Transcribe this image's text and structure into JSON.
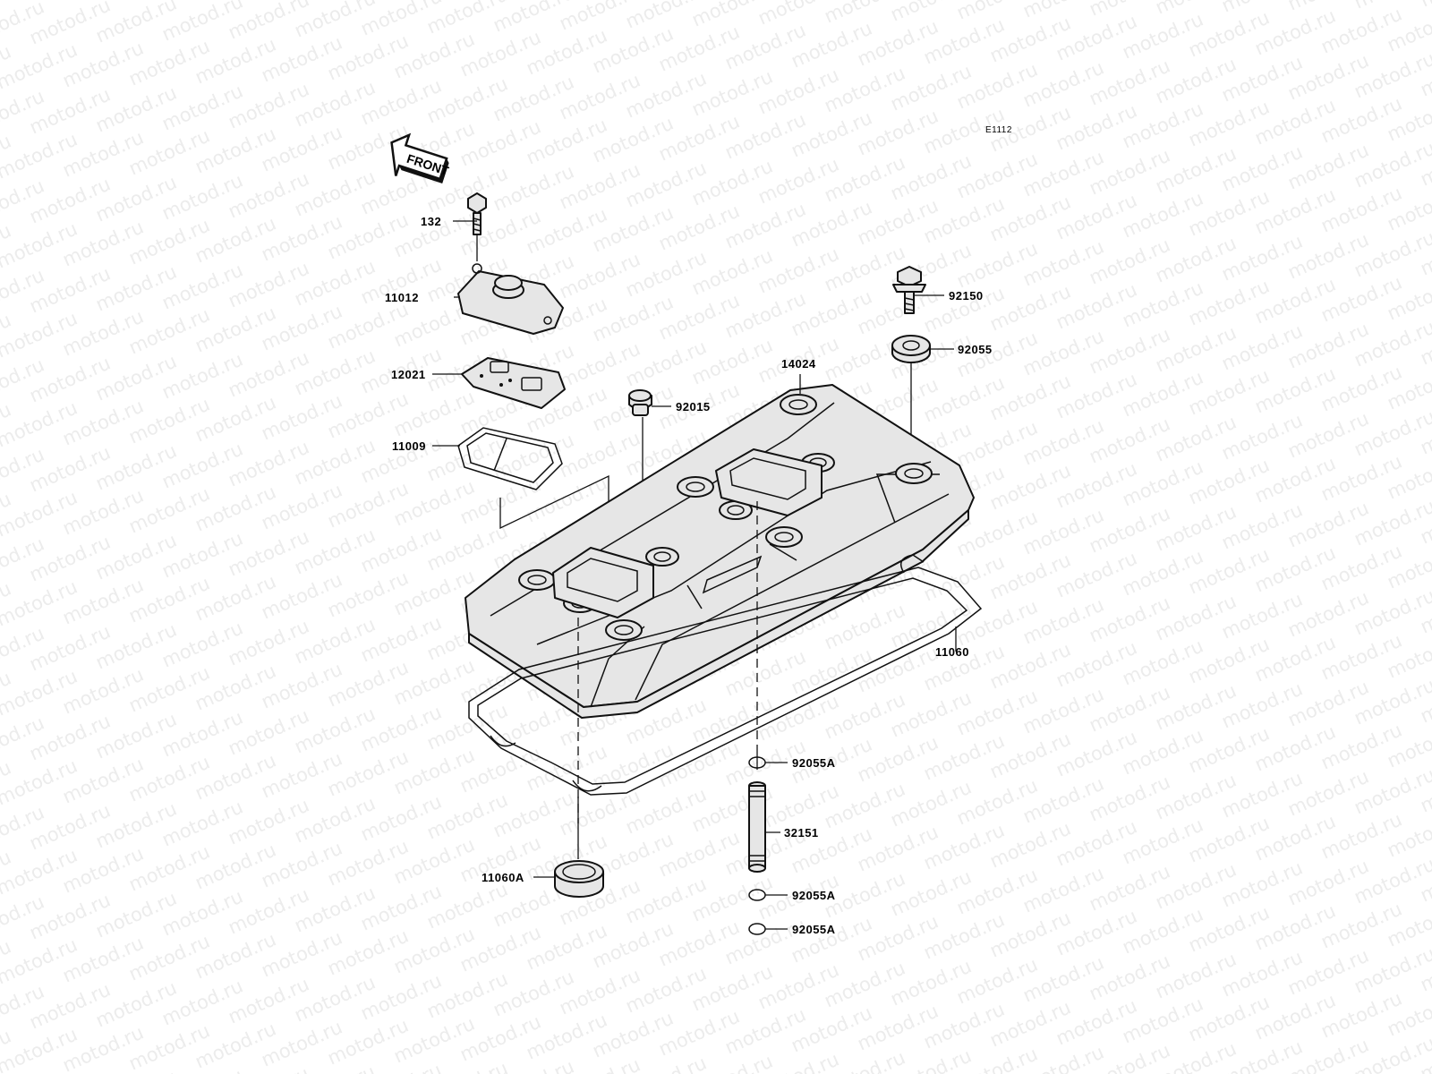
{
  "watermark": "motod.ru",
  "diagram_code": "E1112",
  "front_label": "FRONT",
  "parts": {
    "p132": "132",
    "p11012": "11012",
    "p12021": "12021",
    "p11009": "11009",
    "p92015": "92015",
    "p14024": "14024",
    "p92150": "92150",
    "p92055": "92055",
    "p11060": "11060",
    "p92055a_1": "92055A",
    "p32151": "32151",
    "p92055a_2": "92055A",
    "p92055a_3": "92055A",
    "p11060a": "11060A"
  },
  "colors": {
    "line": "#111111",
    "fill": "#e6e6e6",
    "watermark": "#ececec"
  }
}
